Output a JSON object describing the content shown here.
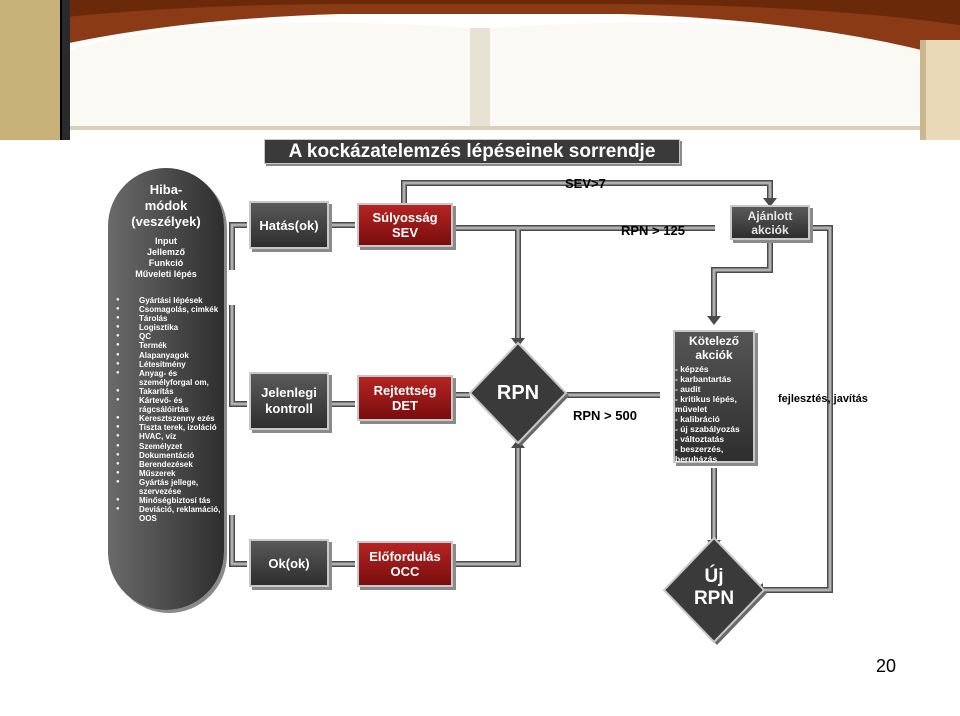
{
  "title": "A kockázatelemzés lépéseinek sorrendje",
  "pill": {
    "head_lines": [
      "Hiba-",
      "módok",
      "(veszélyek)"
    ],
    "sub_lines": [
      "Input",
      "Jellemző",
      "Funkció",
      "Műveleti lépés"
    ],
    "items": [
      "Gyártási lépések",
      "Csomagolás, cimkék",
      "Tárolás",
      "Logisztika",
      "QC",
      "Termék",
      "Alapanyagok",
      "Létesítmény",
      "Anyag- és személyforgal om,",
      "Takarítás",
      "Kártevő- és rágcsálóirtás",
      "Keresztszenny ezés",
      "Tiszta terek, izoláció",
      "HVAC, víz",
      "Személyzet",
      "Dokumentáció",
      "Berendezések",
      "Műszerek",
      "Gyártás jellege, szervezése",
      "Minőségbiztosí tás",
      "Deviáció, reklamáció, OOS"
    ]
  },
  "boxes": {
    "hatas": [
      "Hatás(ok)"
    ],
    "jelenlegi": [
      "Jelenlegi",
      "kontroll"
    ],
    "ok": [
      "Ok(ok)"
    ],
    "sulyossag": [
      "Súlyosság",
      "SEV"
    ],
    "rejtettseg": [
      "Rejtettség",
      "DET"
    ],
    "elofordulas": [
      "Előfordulás",
      "OCC"
    ],
    "ajanlott": [
      "Ajánlott",
      "akciók"
    ]
  },
  "rpn_diamond": "RPN",
  "uj_rpn": [
    "Új",
    "RPN"
  ],
  "labels": {
    "sev": "SEV>7",
    "rpn125": "RPN > 125",
    "rpn500": "RPN > 500",
    "fejlesztes": "fejlesztés, javítás"
  },
  "kotelezo": {
    "title_lines": [
      "Kötelező",
      "akciók"
    ],
    "items": [
      "- képzés",
      "- karbantartás",
      "- audit",
      "- kritikus lépés, művelet",
      "- kalibráció",
      "- új szabályozás",
      "- változtatás",
      "- beszerzés, beruházás"
    ]
  },
  "page_number": "20",
  "colors": {
    "box_dark": "#3a3a3a",
    "box_red": "#8b1212",
    "wire": "#9a9a9a",
    "wire_outline": "#4a4a4a"
  }
}
